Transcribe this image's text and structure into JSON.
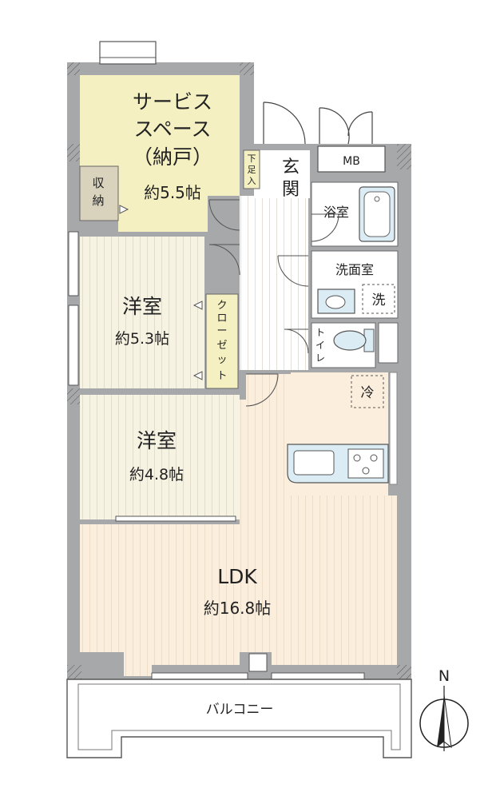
{
  "rooms": {
    "service_space": {
      "line1": "サービス",
      "line2": "スペース",
      "line3": "（納戸）",
      "size": "約5.5帖"
    },
    "storage": {
      "line1": "収",
      "line2": "納"
    },
    "shoe_box": {
      "line1": "下",
      "line2": "足",
      "line3": "入"
    },
    "entrance": {
      "line1": "玄",
      "line2": "関"
    },
    "mb": {
      "label": "MB"
    },
    "bathroom": {
      "label": "浴室"
    },
    "washroom": {
      "label": "洗面室"
    },
    "washer": {
      "label": "洗"
    },
    "toilet": {
      "line1": "ト",
      "line2": "イ",
      "line3": "レ"
    },
    "fridge": {
      "label": "冷"
    },
    "western1": {
      "label": "洋室",
      "size": "約5.3帖"
    },
    "closet": {
      "line1": "ク",
      "line2": "ロ",
      "line3": "ー",
      "line4": "ゼ",
      "line5": "ッ",
      "line6": "ト"
    },
    "western2": {
      "label": "洋室",
      "size": "約4.8帖"
    },
    "ldk": {
      "label": "LDK",
      "size": "約16.8帖"
    },
    "balcony": {
      "label": "バルコニー"
    }
  },
  "compass": {
    "label": "N"
  },
  "colors": {
    "wall": "#a7a8aa",
    "service": "#f5f0c2",
    "western": "#f7f3e3",
    "ldk": "#fbeedd",
    "wet": "#ffffff",
    "fixture": "#dcecf5",
    "storage": "#d9d3be"
  }
}
